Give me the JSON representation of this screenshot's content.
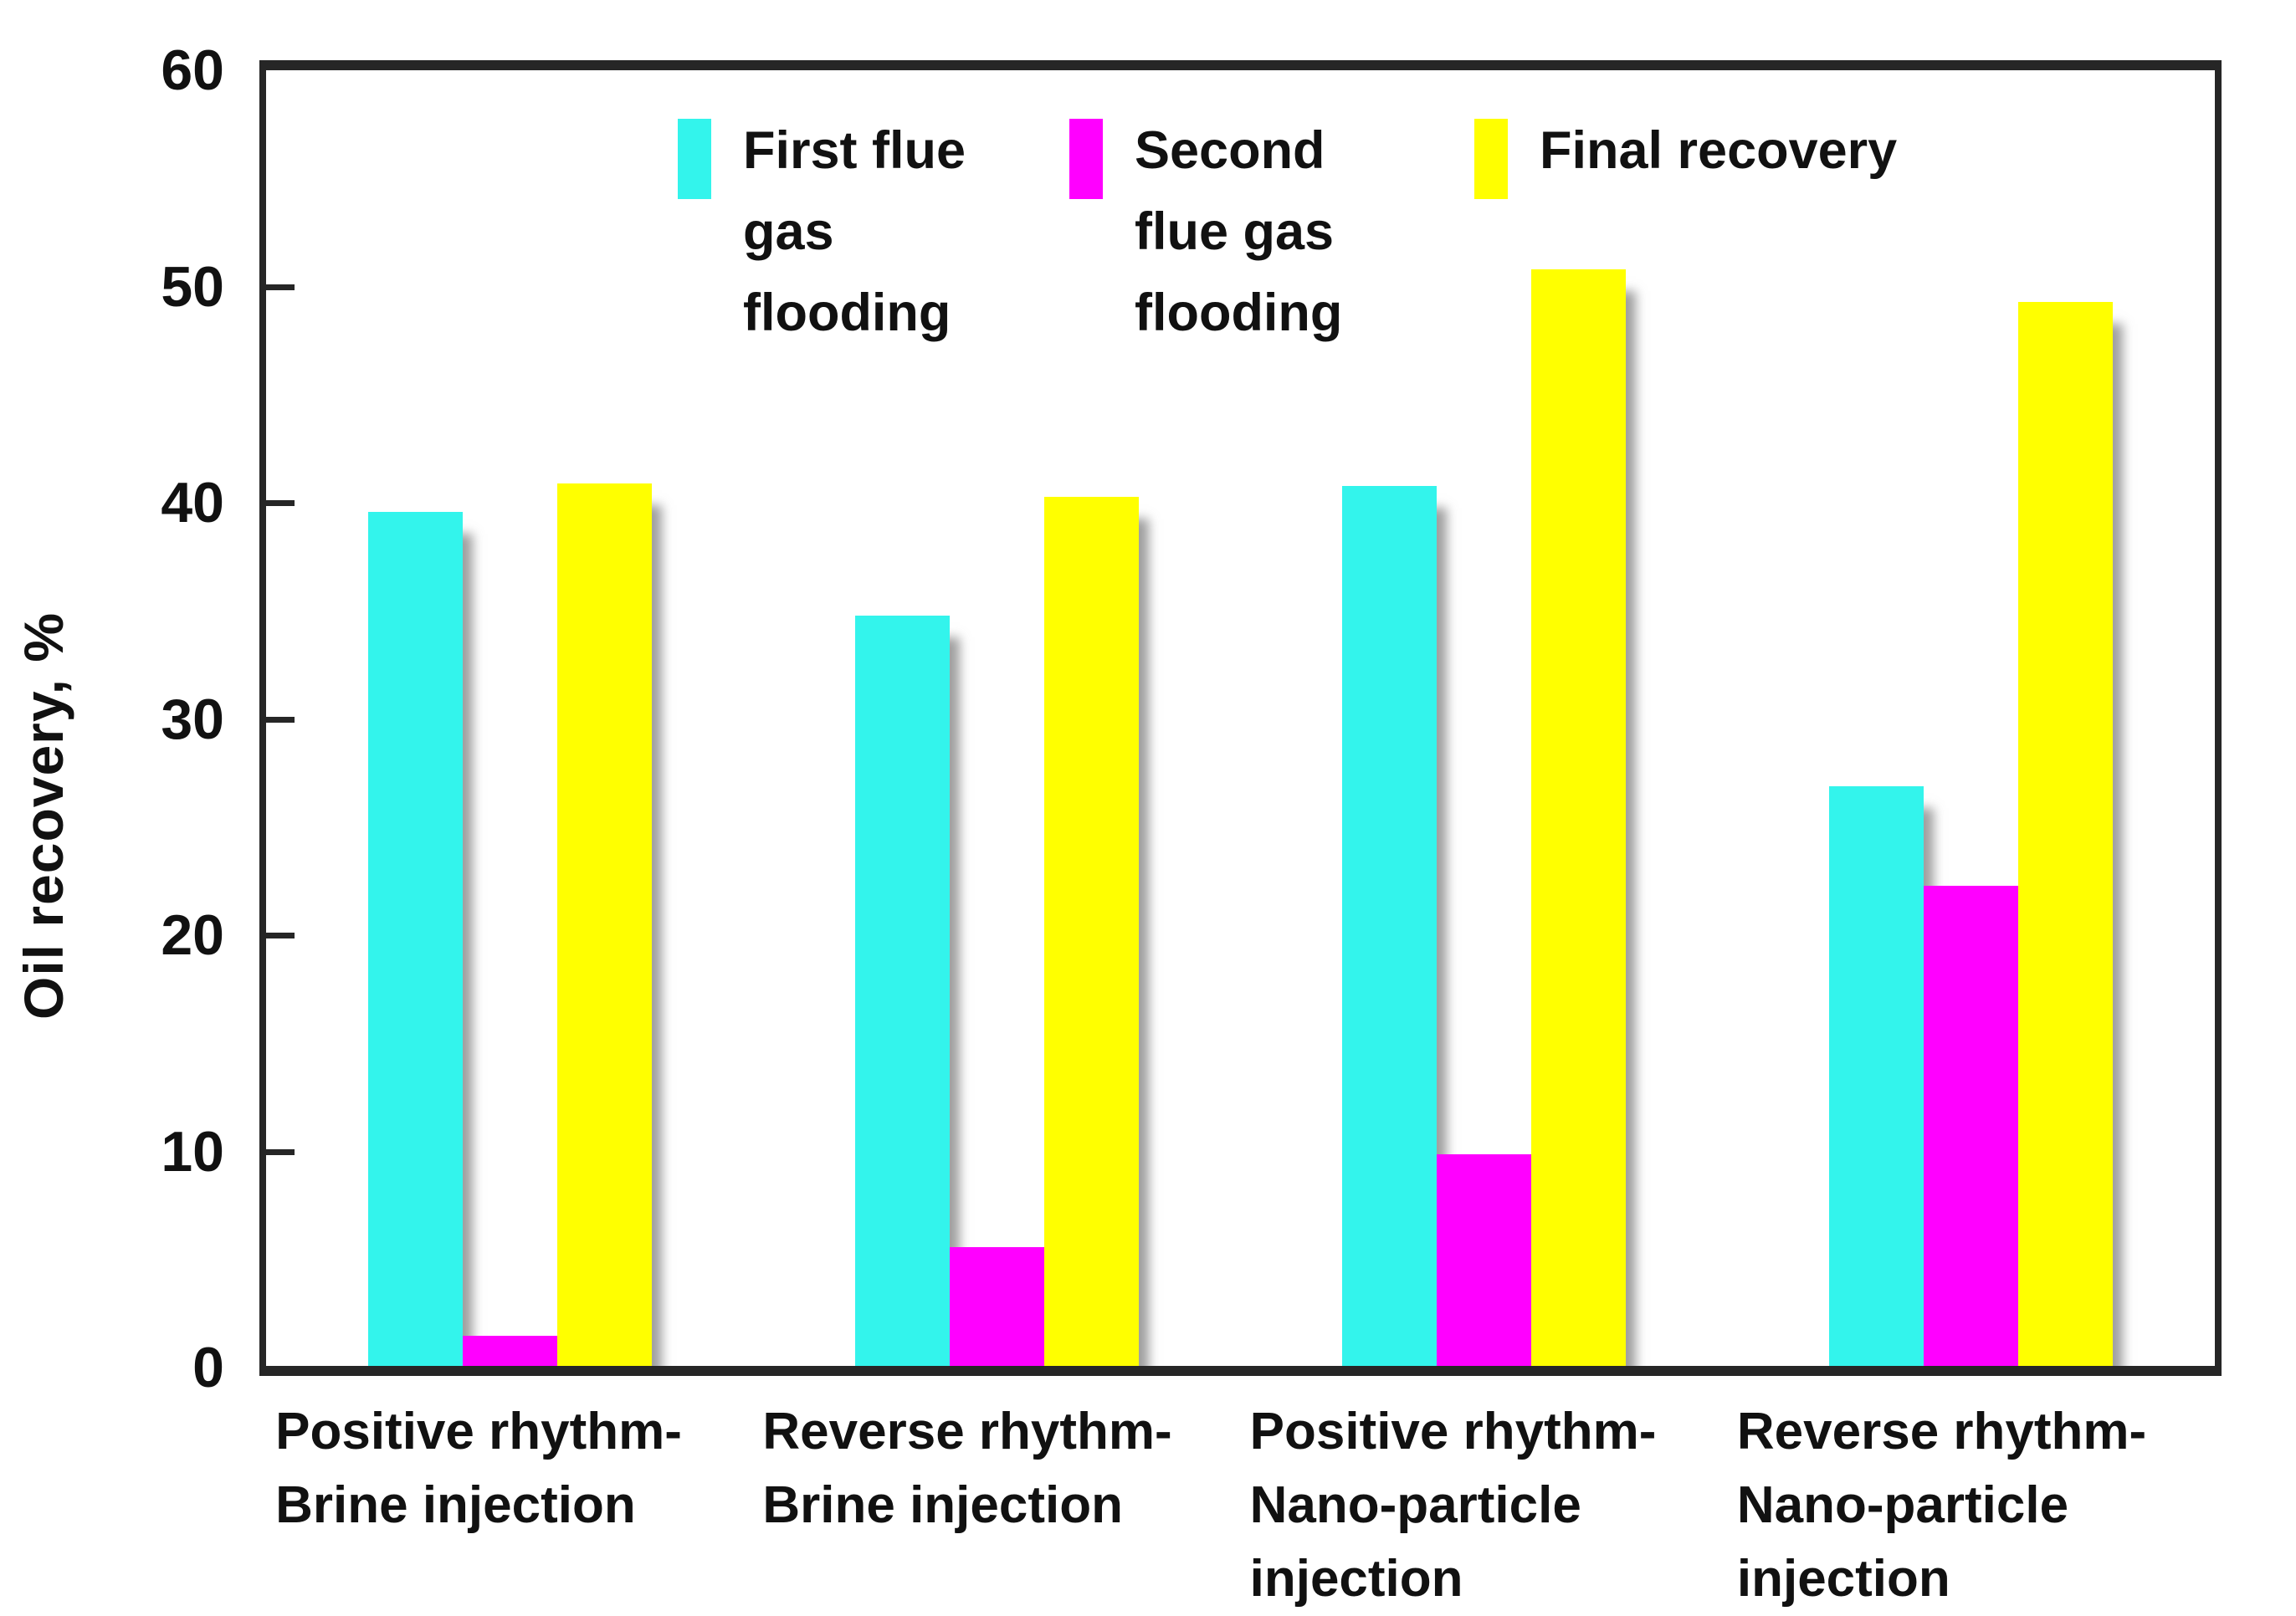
{
  "figure": {
    "background": "#ffffff",
    "axis_color": "#262626",
    "text_color": "#111111",
    "bar_shadow_color": "rgba(95,95,95,0.6)"
  },
  "chart_data": {
    "type": "bar",
    "title": "",
    "xlabel": "",
    "ylabel": "Oil recovery, %",
    "ylim": [
      0,
      60
    ],
    "yticks": [
      0,
      10,
      20,
      30,
      40,
      50,
      60
    ],
    "grid": false,
    "legend_position": "top-inside",
    "categories": [
      "Positive rhythm-\nBrine injection",
      "Reverse rhythm-\nBrine injection",
      "Positive rhythm-\nNano-particle\ninjection",
      "Reverse rhythm-\nNano-particle\ninjection"
    ],
    "series": [
      {
        "name": "First flue gas flooding",
        "legend_label": "First flue\ngas\nflooding",
        "color": "#33f4ec",
        "values": [
          39.5,
          34.7,
          40.7,
          26.8
        ]
      },
      {
        "name": "Second flue gas flooding",
        "legend_label": "Second\nflue gas\nflooding",
        "color": "#ff00ff",
        "values": [
          1.4,
          5.5,
          9.8,
          22.2
        ]
      },
      {
        "name": "Final recovery",
        "legend_label": "Final recovery",
        "color": "#ffff00",
        "values": [
          40.8,
          40.2,
          50.7,
          49.2
        ]
      }
    ]
  }
}
